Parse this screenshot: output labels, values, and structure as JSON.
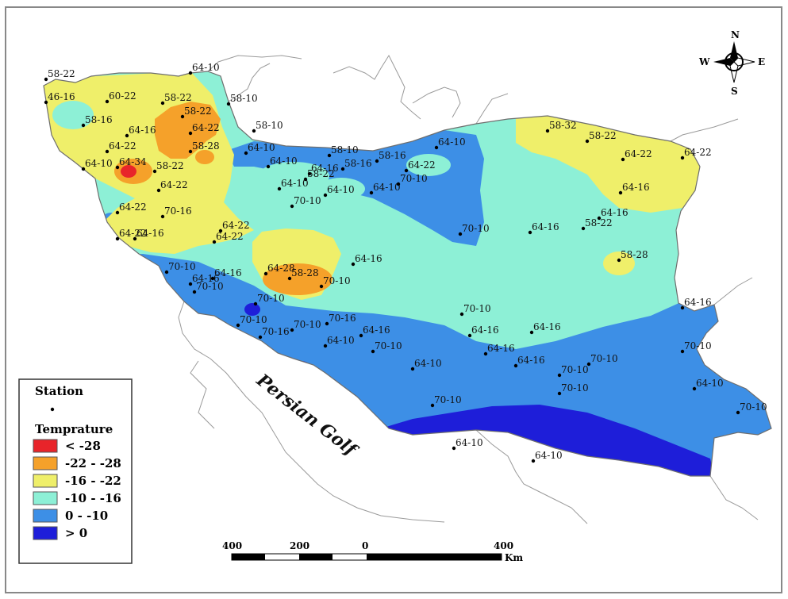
{
  "map": {
    "water_body_label": "Persian Golf",
    "colors": {
      "band_lt_neg28": "#e8242a",
      "band_neg22_neg28": "#f5a12a",
      "band_neg16_neg22": "#efef6a",
      "band_neg10_neg16": "#8df0d6",
      "band_0_neg10": "#3d8fe6",
      "band_gt0": "#1e1ed9",
      "outline": "#6e6e6e"
    }
  },
  "compass": {
    "north": "N",
    "south": "S",
    "east": "E",
    "west": "W"
  },
  "legend": {
    "station_title": "Station",
    "temp_title": "Temprature",
    "items": [
      {
        "label": "< -28",
        "color": "#e8242a"
      },
      {
        "label": "-22 - -28",
        "color": "#f5a12a"
      },
      {
        "label": "-16 - -22",
        "color": "#efef6a"
      },
      {
        "label": "-10 - -16",
        "color": "#8df0d6"
      },
      {
        "label": "0 - -10",
        "color": "#3d8fe6"
      },
      {
        "label": "> 0",
        "color": "#1e1ed9"
      }
    ]
  },
  "scale_bar": {
    "ticks": [
      "400",
      "200",
      "0",
      "400"
    ],
    "unit": "Km"
  },
  "station_labels": [
    "58-22",
    "46-16",
    "60-22",
    "58-22",
    "64-10",
    "58-10",
    "58-16",
    "64-16",
    "58-22",
    "64-22",
    "58-10",
    "64-22",
    "58-28",
    "64-10",
    "64-10",
    "64-34",
    "58-22",
    "58-10",
    "64-22",
    "58-16",
    "58-16",
    "64-10",
    "64-10",
    "64-22",
    "64-16",
    "58-22",
    "64-10",
    "64-10",
    "64-10",
    "70-10",
    "70-10",
    "70-16",
    "64-22",
    "64-22",
    "64-22",
    "70-10",
    "64-16",
    "64-22",
    "64-16",
    "64-16",
    "64-16",
    "58-32",
    "58-22",
    "64-22",
    "64-22",
    "64-16",
    "64-16",
    "70-10",
    "58-22",
    "64-16",
    "58-28",
    "64-28",
    "58-28",
    "70-10",
    "70-10",
    "70-10",
    "70-10",
    "70-10",
    "70-16",
    "70-16",
    "64-16",
    "64-10",
    "70-10",
    "64-10",
    "64-16",
    "70-10",
    "64-16",
    "64-16",
    "64-16",
    "64-16",
    "70-10",
    "70-10",
    "70-10",
    "70-10",
    "64-10",
    "70-10",
    "70-10",
    "64-10",
    "64-10"
  ]
}
